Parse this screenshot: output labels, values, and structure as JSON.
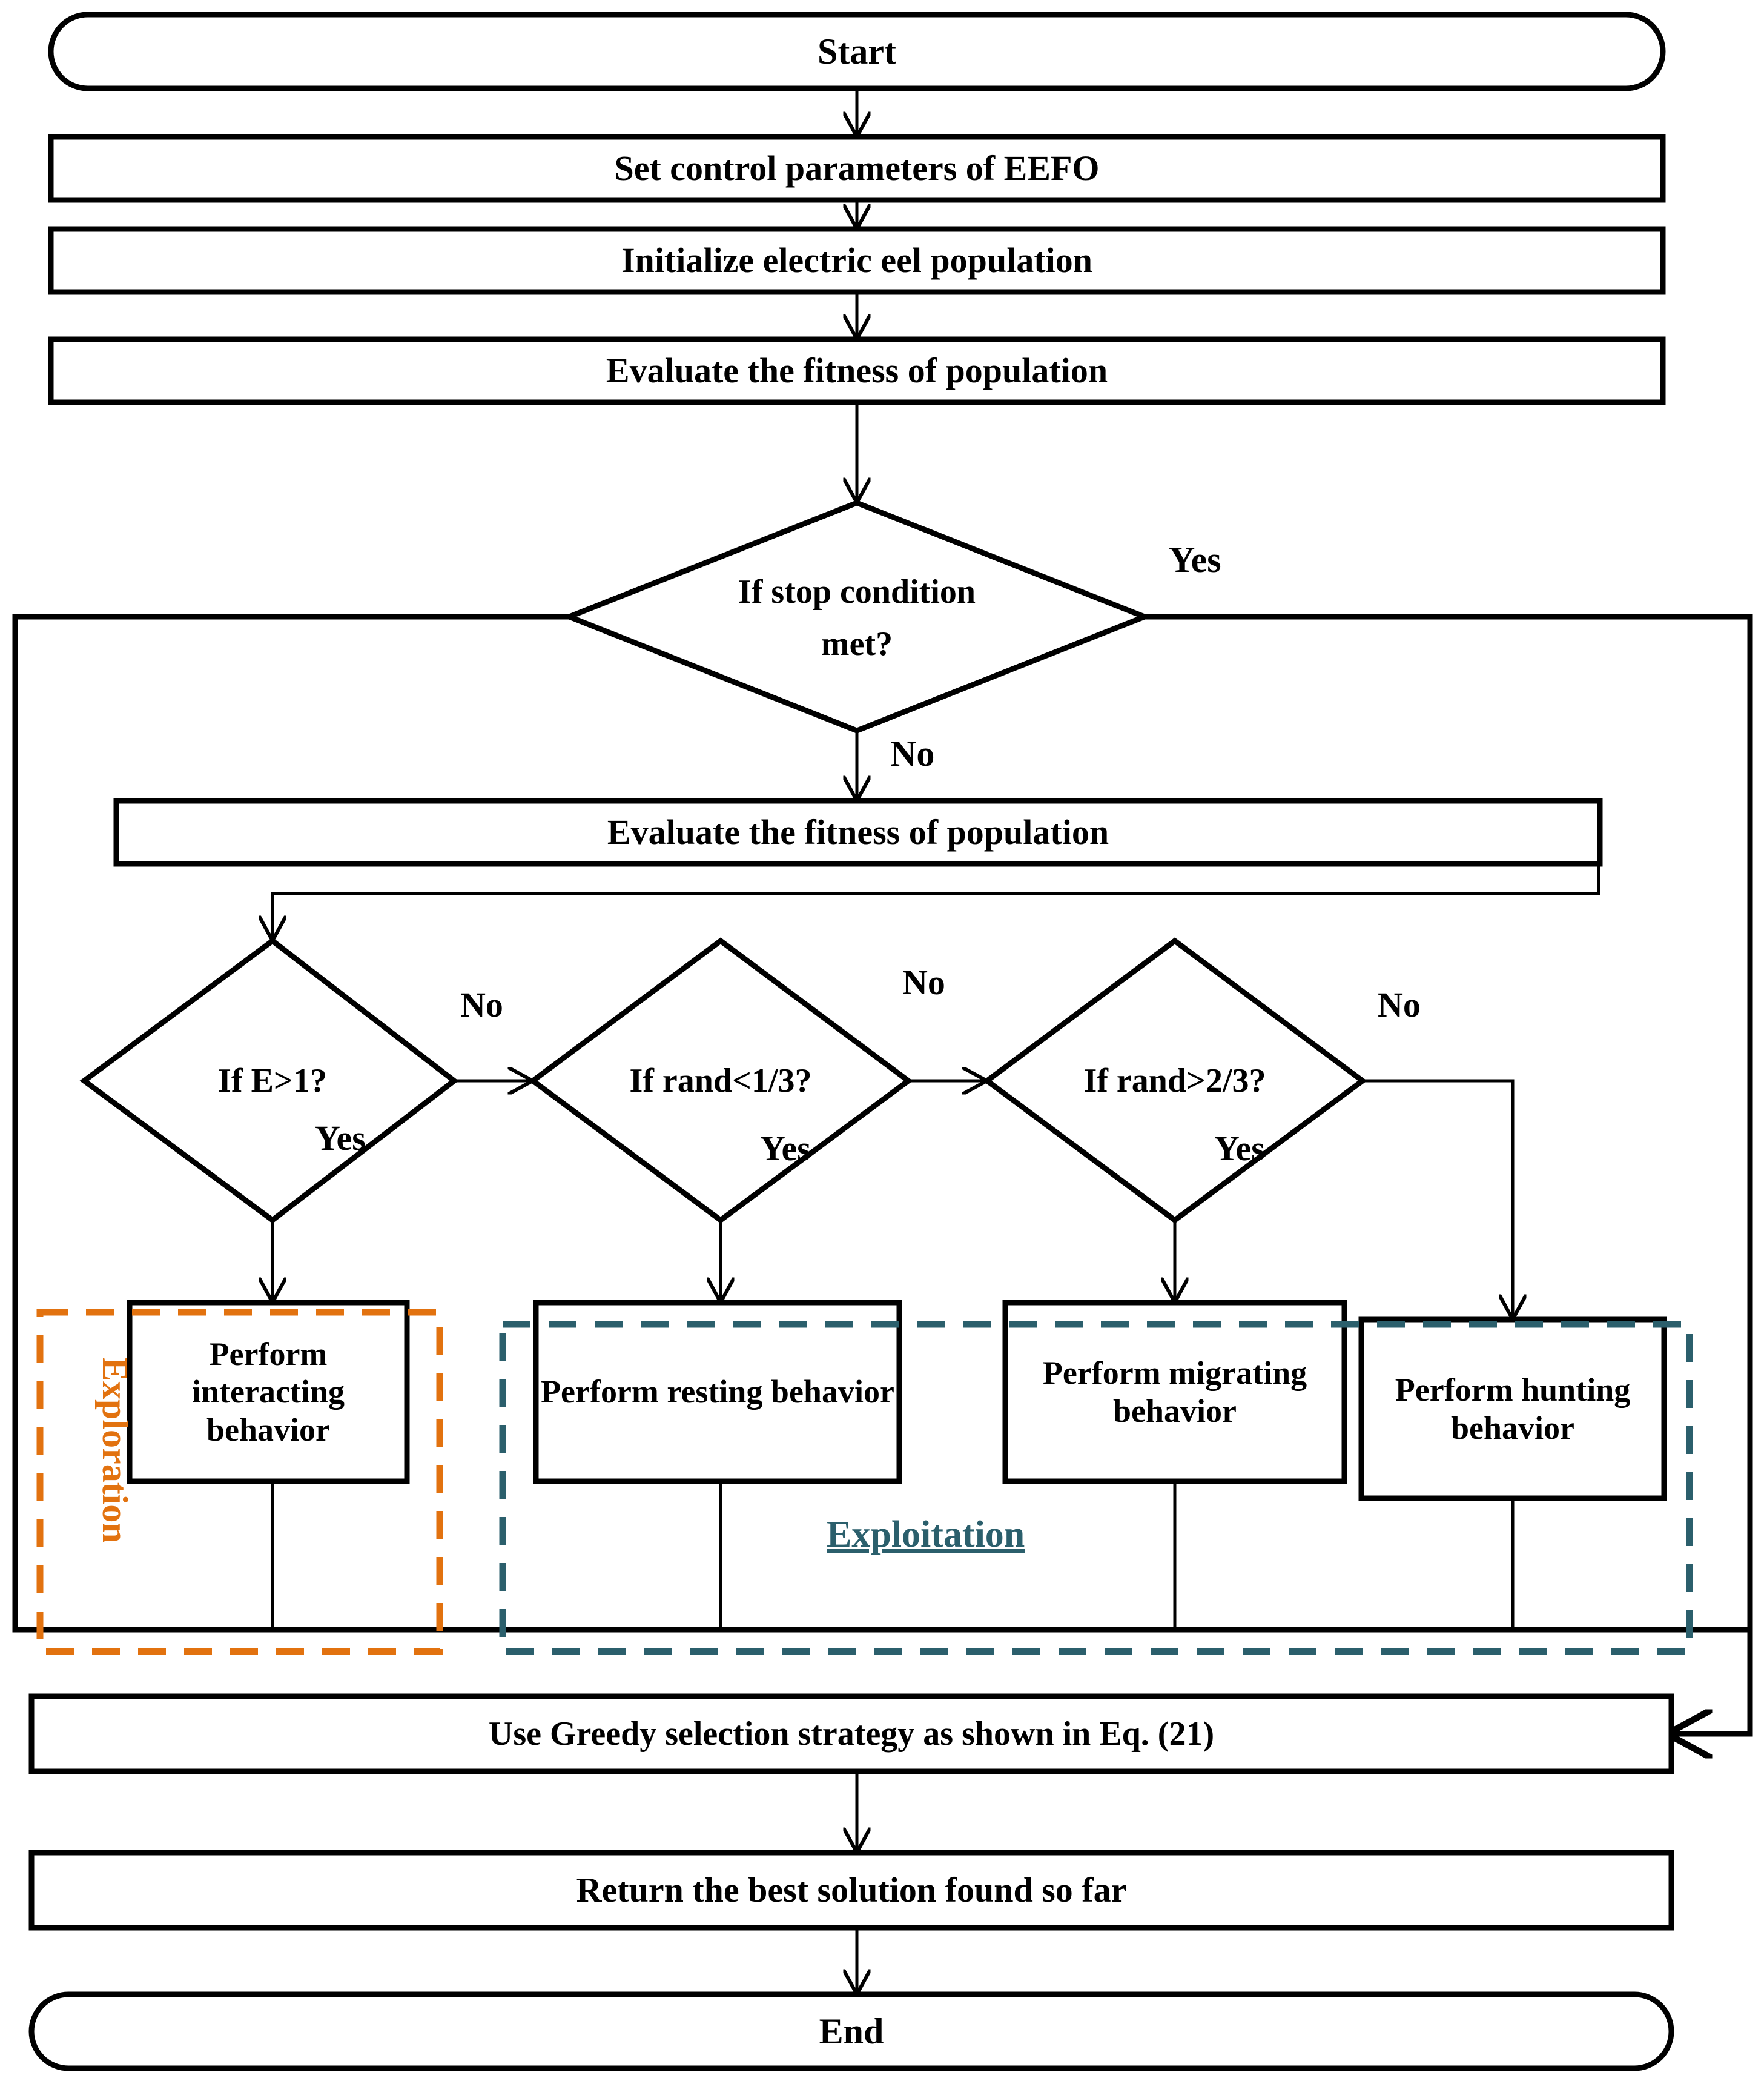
{
  "diagram": {
    "title": "EEFO algorithm flowchart",
    "colors": {
      "line": "#000000",
      "exploration": "#E2720F",
      "exploitation": "#2B5F6C",
      "background": "#FFFFFF"
    },
    "nodes": {
      "start": {
        "label": "Start",
        "shape": "terminator"
      },
      "set_params": {
        "label": "Set control parameters of EEFO",
        "shape": "process"
      },
      "init_pop": {
        "label": "Initialize electric eel population",
        "shape": "process"
      },
      "eval_fit_1": {
        "label": "Evaluate the fitness of population",
        "shape": "process"
      },
      "stop_cond": {
        "label": "If stop condition met?",
        "line1": "If stop condition",
        "line2": "met?",
        "shape": "decision"
      },
      "eval_fit_2": {
        "label": "Evaluate the fitness of population",
        "shape": "process"
      },
      "if_e": {
        "label": "If E>1?",
        "shape": "decision"
      },
      "if_rand_lt": {
        "label": "If  rand<1/3?",
        "shape": "decision"
      },
      "if_rand_gt": {
        "label": "If  rand>2/3?",
        "shape": "decision"
      },
      "interacting": {
        "label": "Perform interacting behavior",
        "shape": "process"
      },
      "resting": {
        "label": "Perform resting behavior",
        "shape": "process"
      },
      "migrating": {
        "label": "Perform migrating behavior",
        "shape": "process"
      },
      "hunting": {
        "label": "Perform hunting behavior",
        "shape": "process"
      },
      "greedy": {
        "label": "Use Greedy selection strategy  as shown in Eq. (21)",
        "shape": "process"
      },
      "return_best": {
        "label": "Return the best solution found so far",
        "shape": "process"
      },
      "end": {
        "label": "End",
        "shape": "terminator"
      }
    },
    "edge_labels": {
      "stop_yes": "Yes",
      "stop_no": "No",
      "e_no": "No",
      "e_yes": "Yes",
      "rand_lt_no": "No",
      "rand_lt_yes": "Yes",
      "rand_gt_no": "No",
      "rand_gt_yes": "Yes"
    },
    "groups": {
      "exploration": {
        "label": "Exploration",
        "color": "#E2720F"
      },
      "exploitation": {
        "label": "Exploitation",
        "color": "#2B5F6C"
      }
    }
  }
}
